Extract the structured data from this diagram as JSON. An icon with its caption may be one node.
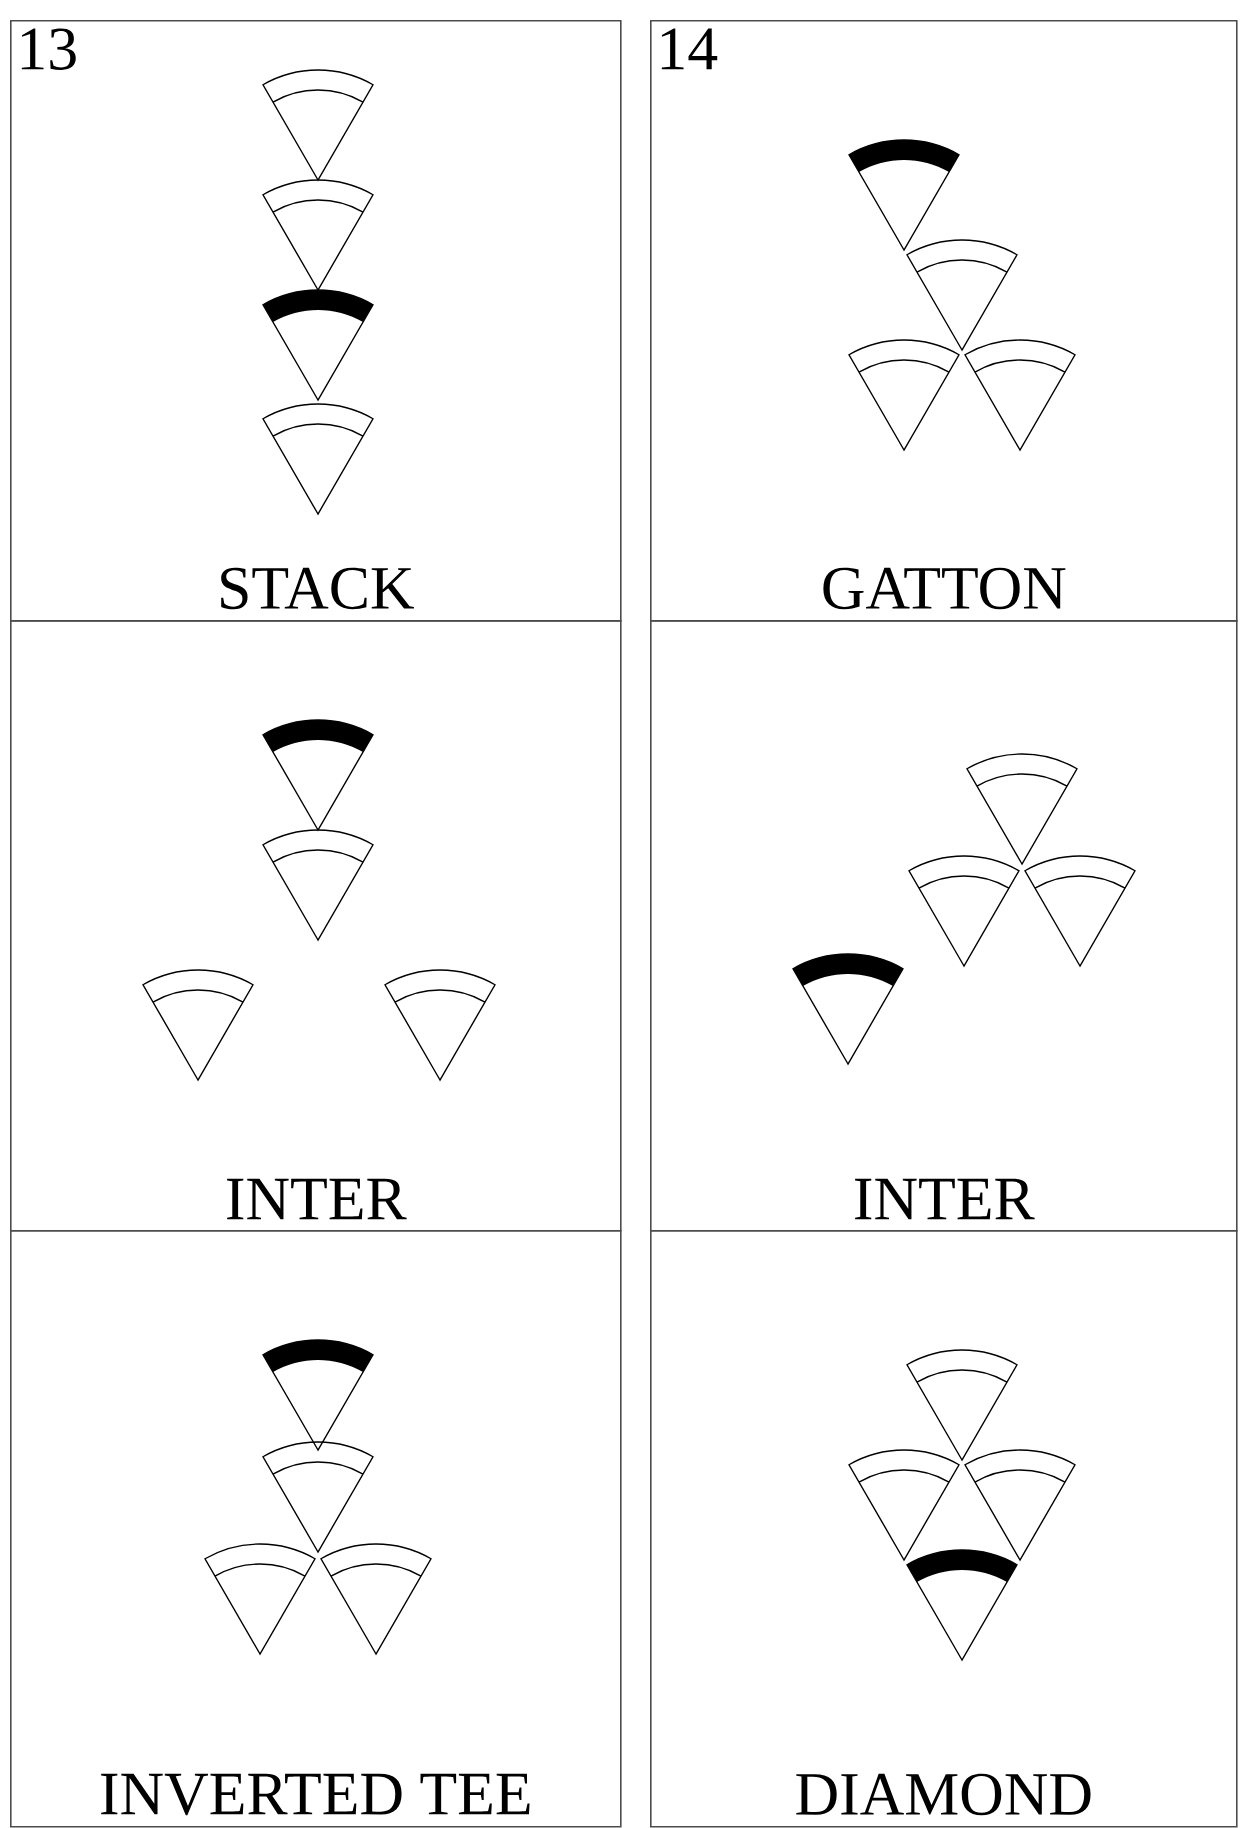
{
  "diagram": {
    "nodes": [
      {
        "text": [
          "13",
          "STACK"
        ]
      },
      {
        "text": [
          "INTER"
        ]
      },
      {
        "text": [
          "INVERTED TEE"
        ]
      },
      {
        "text": [
          "14",
          "GATTON"
        ]
      },
      {
        "text": [
          "INTER"
        ]
      },
      {
        "text": [
          "DIAMOND"
        ]
      }
    ]
  }
}
